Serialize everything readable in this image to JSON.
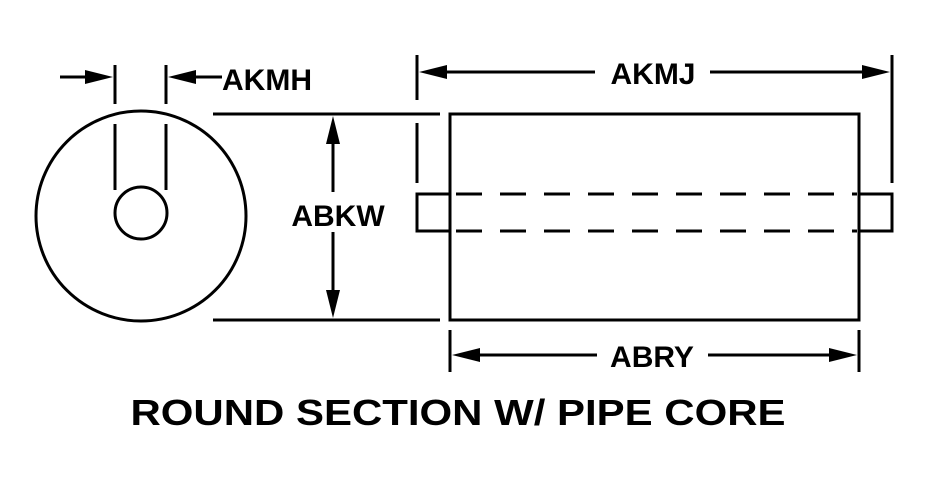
{
  "diagram": {
    "title": "ROUND SECTION W/ PIPE CORE",
    "views": {
      "end_view": {
        "name": "circular end view",
        "features": [
          "outer diameter",
          "pipe core bore"
        ]
      },
      "side_view": {
        "name": "side elevation",
        "features": [
          "body outline",
          "hidden pipe core (dashed)",
          "protruding pipe ends"
        ]
      }
    },
    "dimensions": {
      "core_diameter": "AKMH",
      "outer_diameter": "ABKW",
      "overall_length": "AKMJ",
      "body_length": "ABRY"
    },
    "colors": {
      "line": "#000000",
      "background": "#ffffff"
    }
  }
}
